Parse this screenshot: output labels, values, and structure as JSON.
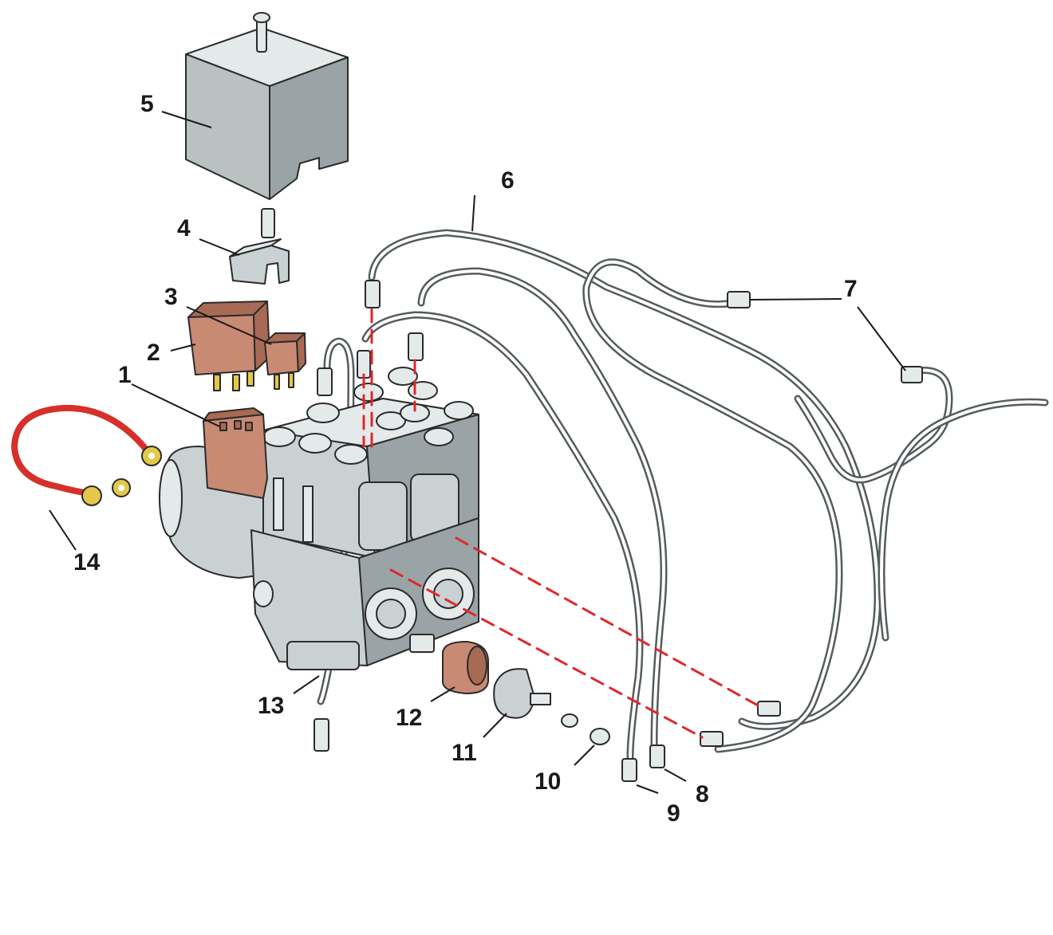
{
  "figure": {
    "colors": {
      "metal": "#c9d1d3",
      "metal_dark": "#9aa4a7",
      "metal_light": "#e4e9ea",
      "cover": "#b9c1c1",
      "relay": "#c98a74",
      "relay_dark": "#a86a55",
      "pin": "#e4c84a",
      "cable": "#d6302b",
      "dash": "#e0282a",
      "pipe": "#555c5e",
      "ink": "#1a1a1a"
    },
    "icons": {
      "hydraulic_unit": "abs-hydraulic-modulator-icon",
      "cover": "cover-box-icon",
      "relay": "relay-icon",
      "pipe": "brake-pipe-icon",
      "fitting": "pipe-fitting-icon",
      "cable": "ground-cable-icon"
    },
    "callouts": [
      {
        "id": "1",
        "text": "1"
      },
      {
        "id": "2",
        "text": "2"
      },
      {
        "id": "3",
        "text": "3"
      },
      {
        "id": "4",
        "text": "4"
      },
      {
        "id": "5",
        "text": "5"
      },
      {
        "id": "6",
        "text": "6"
      },
      {
        "id": "7",
        "text": "7"
      },
      {
        "id": "8",
        "text": "8"
      },
      {
        "id": "9",
        "text": "9"
      },
      {
        "id": "10",
        "text": "10"
      },
      {
        "id": "11",
        "text": "11"
      },
      {
        "id": "12",
        "text": "12"
      },
      {
        "id": "13",
        "text": "13"
      },
      {
        "id": "14",
        "text": "14"
      }
    ]
  }
}
